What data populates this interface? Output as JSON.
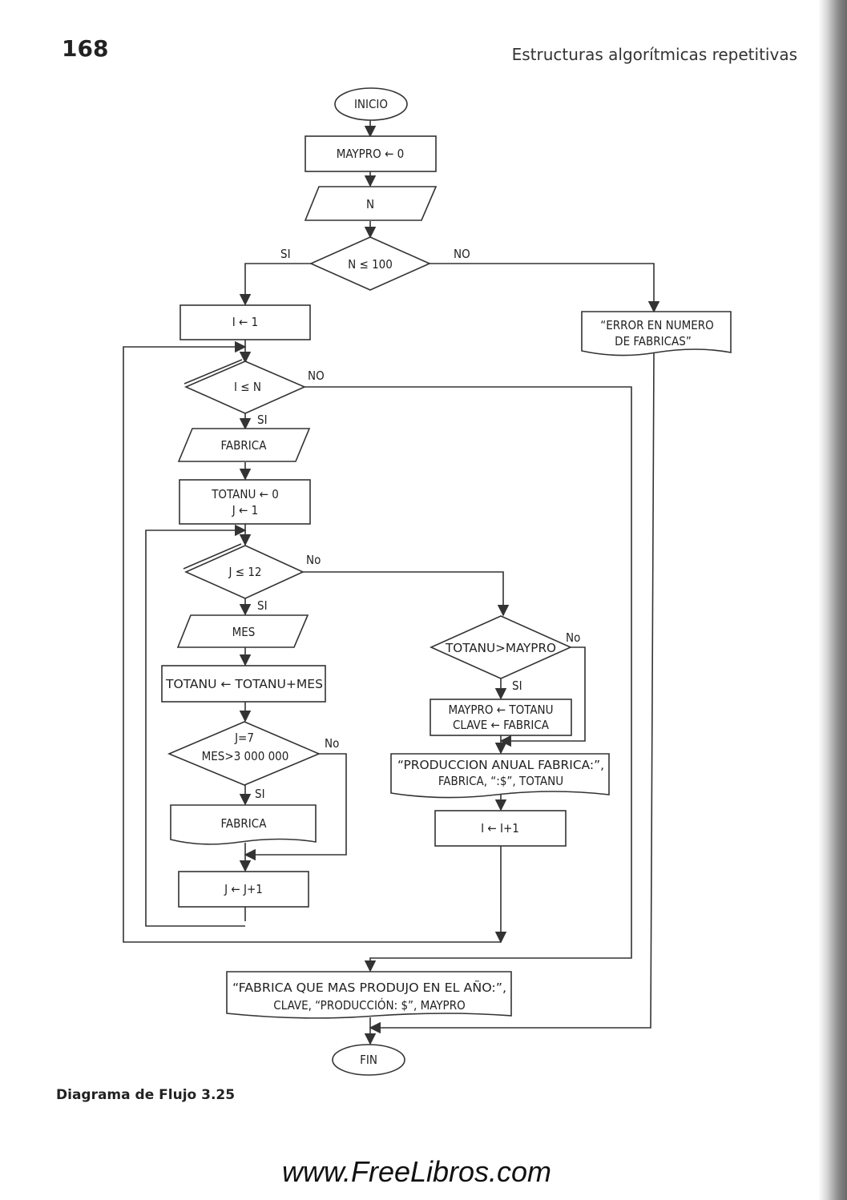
{
  "header": {
    "page_number": "168",
    "running_head": "Estructuras algorítmicas repetitivas"
  },
  "flowchart": {
    "inicio": "INICIO",
    "maypro_init": "MAYPRO ← 0",
    "read_n": "N",
    "cond_n": "N ≤ 100",
    "branch_si": "SI",
    "branch_no": "NO",
    "branch_no_lower": "No",
    "i_init": "I ← 1",
    "error_line1": "“ERROR EN NUMERO",
    "error_line2": "DE FABRICAS”",
    "cond_i": "I ≤ N",
    "read_fabrica": "FABRICA",
    "totanu_init": "TOTANU ← 0",
    "j_init": "J ← 1",
    "cond_j": "J ≤ 12",
    "read_mes": "MES",
    "totanu_acc": "TOTANU ← TOTANU+MES",
    "cond_mes_line1": "J=7",
    "cond_mes_line2": "MES>3 000 000",
    "print_fabrica": "FABRICA",
    "j_inc": "J ← J+1",
    "cond_totanu": "TOTANU>MAYPRO",
    "assign_line1": "MAYPRO ← TOTANU",
    "assign_line2": "CLAVE ← FABRICA",
    "prod_line1": "“PRODUCCION ANUAL FABRICA:”,",
    "prod_line2": "FABRICA, “:$”, TOTANU",
    "i_inc": "I ← I+1",
    "final_line1": "“FABRICA QUE MAS PRODUJO EN EL AÑO:”,",
    "final_line2": "CLAVE, “PRODUCCIÓN: $”, MAYPRO",
    "fin": "FIN"
  },
  "caption": "Diagrama de Flujo 3.25",
  "watermark": "www.FreeLibros.com"
}
